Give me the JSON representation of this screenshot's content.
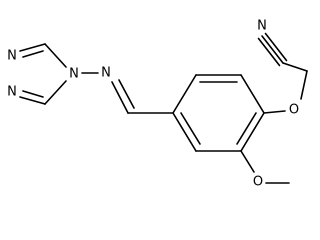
{
  "molecule": {
    "atoms": {
      "nitrile_n": "N",
      "ether_o": "O",
      "methoxy_o": "O",
      "imine_n": "N",
      "triazole_n4": "N",
      "triazole_n1": "N",
      "triazole_n2": "N"
    }
  },
  "colors": {
    "bond": "#000000",
    "label": "#000000",
    "background": "#ffffff"
  }
}
